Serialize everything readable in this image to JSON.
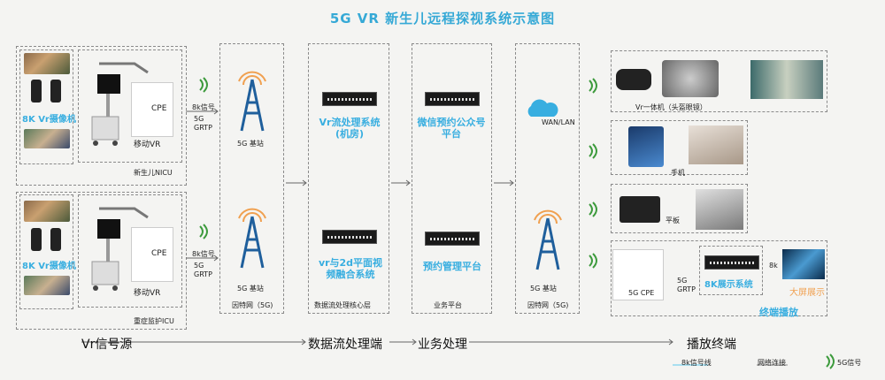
{
  "title": "5G VR 新生儿远程探视系统示意图",
  "source_top": {
    "camera_label": "8K Vr摄像机",
    "cpe": "CPE",
    "cart_label": "移动VR",
    "caption": "新生儿NICU",
    "link_top": "8k信号",
    "link_bottom": "5G GRTP"
  },
  "source_bottom": {
    "camera_label": "8K Vr摄像机",
    "cpe": "CPE",
    "cart_label": "移动VR",
    "caption": "重症监护ICU",
    "link_top": "8k信号",
    "link_bottom": "5G GRTP"
  },
  "bs_left": {
    "top_label": "5G 基站",
    "bottom_label": "5G 基站",
    "caption": "因特网（5G)"
  },
  "core": {
    "top": "Vr流处理系统(机房)",
    "bottom": "vr与2d平面视频融合系统",
    "caption": "数据流处理核心层"
  },
  "biz": {
    "top": "微信预约公众号平台",
    "bottom": "预约管理平台",
    "caption": "业务平台"
  },
  "net_right": {
    "cloud": "WAN/LAN",
    "bs_label": "5G 基站",
    "caption": "因特网（5G)"
  },
  "terminals": {
    "vr": "Vr一体机（头盔眼镜）",
    "phone": "手机",
    "tablet": "平板",
    "display": {
      "cpe": "5G CPE",
      "link": "5G GRTP",
      "sys": "8K展示系统",
      "k": "8k",
      "screen": "大屏展示",
      "caption": "终端播放"
    }
  },
  "flow": {
    "a": "Vr信号源",
    "b": "数据流处理端",
    "c": "业务处理",
    "d": "播放终端"
  },
  "legend": {
    "line": "8k信号线",
    "net": "网络连接",
    "signal": "5G信号"
  },
  "colors": {
    "accent": "#38aee0",
    "orange": "#f0a050",
    "green": "#3c9a3c",
    "tower": "#1f5f9c"
  }
}
